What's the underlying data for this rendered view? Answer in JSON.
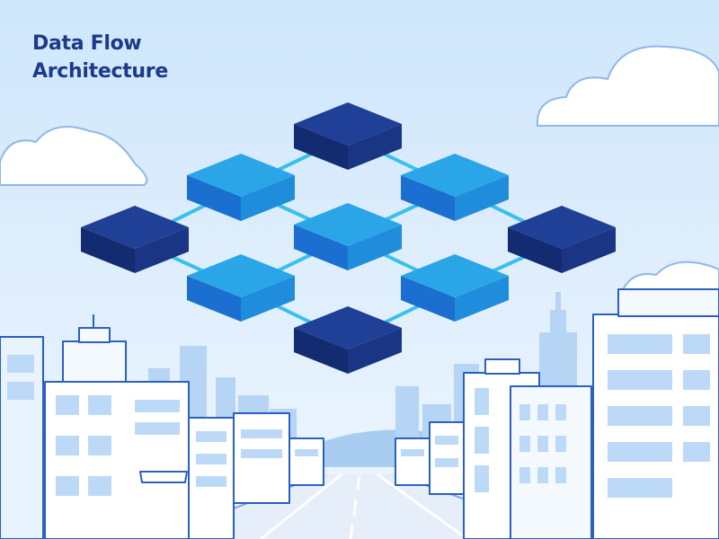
{
  "title": {
    "line1": "Data Flow",
    "line2": "Architecture"
  },
  "diagram": {
    "nodes": [
      {
        "id": "n-top",
        "shade": "dark"
      },
      {
        "id": "n-upper-left",
        "shade": "light"
      },
      {
        "id": "n-upper-right",
        "shade": "light"
      },
      {
        "id": "n-left",
        "shade": "dark"
      },
      {
        "id": "n-center",
        "shade": "light"
      },
      {
        "id": "n-right",
        "shade": "dark"
      },
      {
        "id": "n-lower-left",
        "shade": "light"
      },
      {
        "id": "n-lower-right",
        "shade": "light"
      },
      {
        "id": "n-bottom",
        "shade": "dark"
      }
    ],
    "edges": [
      [
        "n-top",
        "n-upper-left"
      ],
      [
        "n-top",
        "n-upper-right"
      ],
      [
        "n-upper-left",
        "n-left"
      ],
      [
        "n-upper-left",
        "n-center"
      ],
      [
        "n-upper-right",
        "n-center"
      ],
      [
        "n-upper-right",
        "n-right"
      ],
      [
        "n-left",
        "n-lower-left"
      ],
      [
        "n-center",
        "n-lower-left"
      ],
      [
        "n-center",
        "n-lower-right"
      ],
      [
        "n-right",
        "n-lower-right"
      ],
      [
        "n-lower-left",
        "n-bottom"
      ],
      [
        "n-lower-right",
        "n-bottom"
      ]
    ]
  },
  "colors": {
    "sky_top": "#cfe6fb",
    "sky_bottom": "#eef6fe",
    "title": "#1b3a8a",
    "dark_top": "#203f96",
    "dark_left": "#132b70",
    "dark_right": "#1a3584",
    "light_top": "#2aa6e8",
    "light_left": "#1a6fd0",
    "light_right": "#1f8ddc",
    "connector": "#38c0ec",
    "building": "#ffffff",
    "building_line": "#2a5fc4",
    "window": "#bcdaf7",
    "far_building": "#b6d4f4",
    "road": "#e4eefa"
  }
}
